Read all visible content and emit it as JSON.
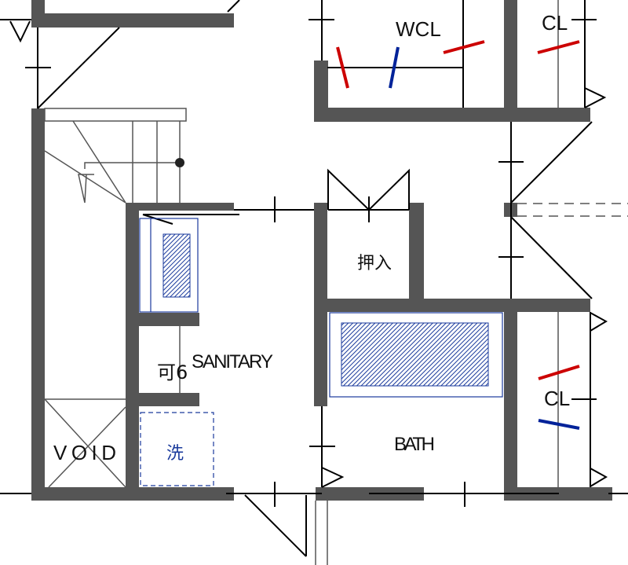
{
  "rooms": {
    "wcl": "WCL",
    "cl_top": "CL",
    "closet": "押入",
    "sanitary": "SANITARY",
    "sanitary_note": "可6",
    "void": "VOID",
    "washer": "洗",
    "bath": "BATH",
    "cl_right": "CL"
  },
  "colors": {
    "wall": "#555555",
    "line": "#000000",
    "fixture": "#1a3a9c",
    "hot": "#cc0000",
    "cold": "#002299"
  }
}
